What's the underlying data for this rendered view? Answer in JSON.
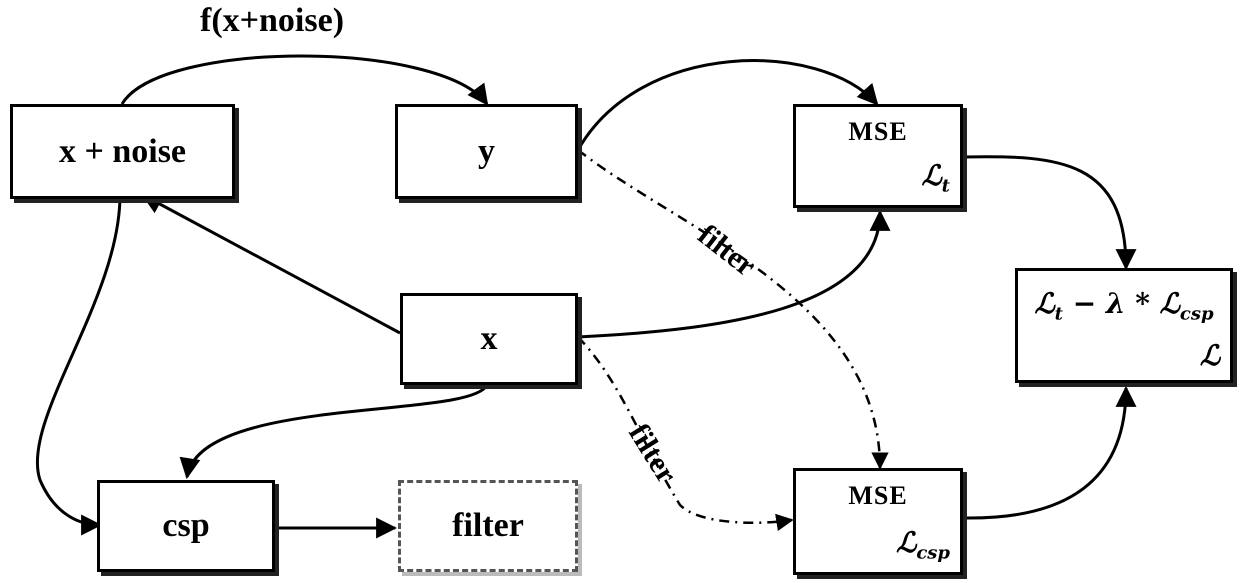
{
  "nodes": {
    "x_noise": "x + noise",
    "y": "y",
    "x": "x",
    "csp": "csp",
    "filter": "filter",
    "mse_top_title": "MSE",
    "mse_top_symbol": "ℒ",
    "mse_top_symbol_sub": "t",
    "mse_bottom_title": "MSE",
    "mse_bottom_symbol": "ℒ",
    "mse_bottom_symbol_sub": "csp",
    "combined_expr_L": "ℒ",
    "combined_expr_sub_t": "t",
    "combined_expr_mid": " − λ * ℒ",
    "combined_expr_sub_csp": "csp",
    "combined_symbol": "ℒ"
  },
  "edge_labels": {
    "function": "f(x+noise)",
    "filter_upper": "filter",
    "filter_lower": "filter"
  }
}
